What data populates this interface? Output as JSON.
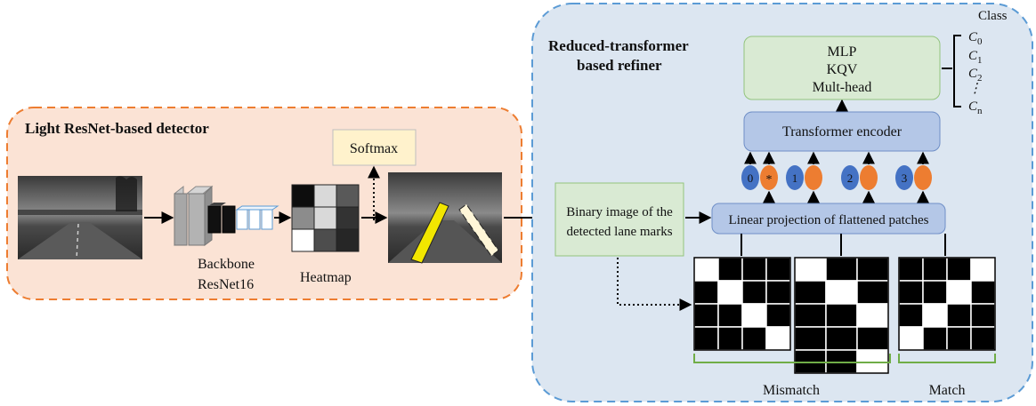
{
  "detector": {
    "title": "Light ResNet-based detector",
    "softmax": "Softmax",
    "backbone_line1": "Backbone",
    "backbone_line2": "ResNet16",
    "heatmap": "Heatmap"
  },
  "refiner": {
    "title_line1": "Reduced-transformer",
    "title_line2": "based refiner",
    "binary_line1": "Binary image of the",
    "binary_line2": "detected lane marks",
    "linear_projection": "Linear projection of flattened patches",
    "transformer_encoder": "Transformer encoder",
    "mlp_line1": "MLP",
    "mlp_line2": "KQV",
    "mlp_line3": "Mult-head",
    "tokens": [
      "0",
      "1",
      "2",
      "3"
    ],
    "star": "*",
    "mismatch": "Mismatch",
    "match": "Match"
  },
  "classes": {
    "header": "Class",
    "items": [
      "C0",
      "C1",
      "C2",
      "⋮",
      "Cn"
    ],
    "item_main": [
      "C",
      "C",
      "C",
      "⋮",
      "C"
    ],
    "item_sub": [
      "0",
      "1",
      "2",
      "",
      "n"
    ]
  },
  "colors": {
    "detector_bg": "#fbe3d5",
    "detector_border": "#ed7d31",
    "refiner_bg": "#dce6f1",
    "refiner_border": "#5b9bd5",
    "green_box": "#d9ead3",
    "green_border": "#93c47d",
    "blue_box": "#b4c7e7",
    "blue_border": "#6f8fc7",
    "softmax_bg": "#fff2cc",
    "token_blue": "#4472c4",
    "token_orange": "#ed7d31",
    "class_highlight": "#e00000",
    "bracket_green": "#70ad47"
  },
  "heatmap_cells": [
    [
      0.05,
      0.85,
      0.35
    ],
    [
      0.55,
      0.85,
      0.2
    ],
    [
      1.0,
      0.3,
      0.15
    ]
  ],
  "matrices": {
    "mismatch_1": [
      [
        1,
        0,
        0,
        0
      ],
      [
        0,
        1,
        0,
        0
      ],
      [
        0,
        0,
        1,
        0
      ],
      [
        0,
        0,
        0,
        1
      ]
    ],
    "mismatch_2": [
      [
        1,
        0,
        0
      ],
      [
        0,
        1,
        0
      ],
      [
        0,
        0,
        1
      ],
      [
        0,
        0,
        0
      ]
    ],
    "match": [
      [
        0,
        0,
        0,
        1
      ],
      [
        0,
        0,
        1,
        0
      ],
      [
        0,
        1,
        0,
        0
      ],
      [
        1,
        0,
        0,
        0
      ]
    ]
  }
}
